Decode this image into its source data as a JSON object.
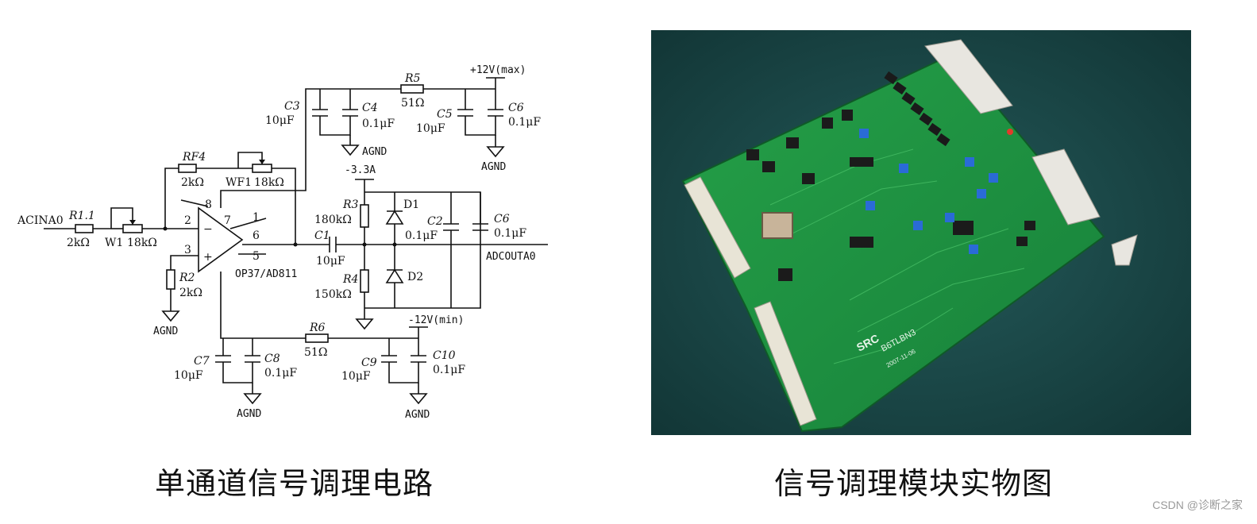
{
  "schematic": {
    "labels": {
      "input": "ACINA0",
      "output": "ADCOUTA0",
      "r11": "R1.1",
      "r11_val": "2kΩ",
      "w1": "W1",
      "w1_val": "18kΩ",
      "rf4": "RF4",
      "rf4_val": "2kΩ",
      "wf1": "WF1",
      "wf1_val": "18kΩ",
      "r2": "R2",
      "r2_val": "2kΩ",
      "r3": "R3",
      "r3_val": "180kΩ",
      "r4": "R4",
      "r4_val": "150kΩ",
      "r5": "R5",
      "r5_val": "51Ω",
      "r6": "R6",
      "r6_val": "51Ω",
      "c1": "C1",
      "c1_val": "10μF",
      "c2": "C2",
      "c2_val": "0.1μF",
      "c3": "C3",
      "c3_val": "10μF",
      "c4": "C4",
      "c4_val": "0.1μF",
      "c5": "C5",
      "c5_val": "10μF",
      "c6a": "C6",
      "c6a_val": "0.1μF",
      "c6b": "C6",
      "c6b_val": "0.1μF",
      "c7": "C7",
      "c7_val": "10μF",
      "c8": "C8",
      "c8_val": "0.1μF",
      "c9": "C9",
      "c9_val": "10μF",
      "c10": "C10",
      "c10_val": "0.1μF",
      "d1": "D1",
      "d2": "D2",
      "opamp": "OP37/AD811",
      "pin1": "1",
      "pin2": "2",
      "pin3": "3",
      "pin5": "5",
      "pin6": "6",
      "pin7": "7",
      "pin8": "8",
      "plus": "+",
      "minus": "−",
      "vpos": "+12V(max)",
      "vneg": "-12V(min)",
      "vref": "-3.3A",
      "agnd": "AGND"
    }
  },
  "photo": {
    "board_silk_brand": "SRC",
    "board_silk_name": "B6TLBN3",
    "board_silk_date": "2007-11-06"
  },
  "captions": {
    "left": "单通道信号调理电路",
    "right": "信号调理模块实物图"
  },
  "watermark": "CSDN @诊断之家",
  "colors": {
    "pcb_green": "#1f8a3a",
    "mat_teal": "#1b4a4a"
  }
}
